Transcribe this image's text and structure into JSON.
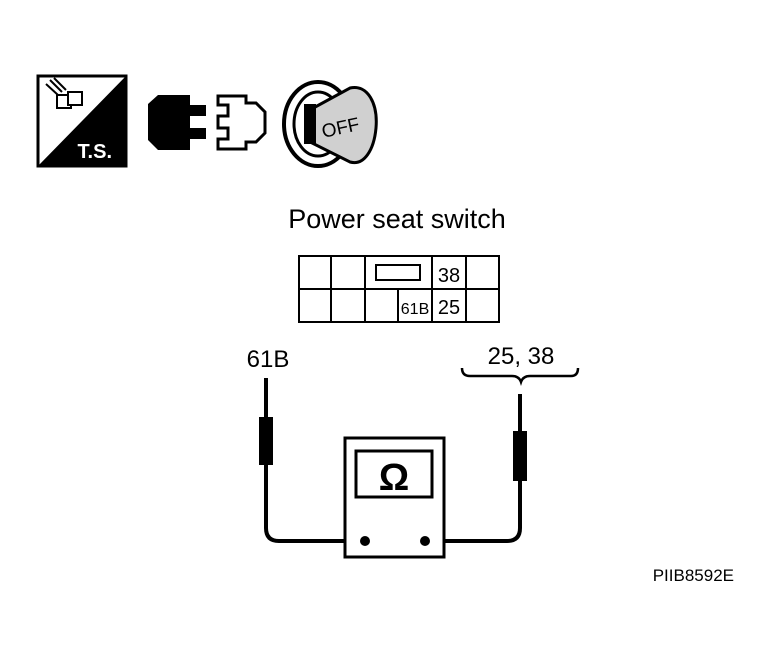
{
  "icons": {
    "ts_label": "T.S.",
    "key_label": "OFF"
  },
  "diagram": {
    "title": "Power seat switch",
    "connector": {
      "top_terminal": "38",
      "bottom_terminals": [
        "61B",
        "25"
      ]
    },
    "left_probe_label": "61B",
    "right_probe_label": "25, 38",
    "meter_symbol": "Ω",
    "figure_code": "PIIB8592E"
  }
}
